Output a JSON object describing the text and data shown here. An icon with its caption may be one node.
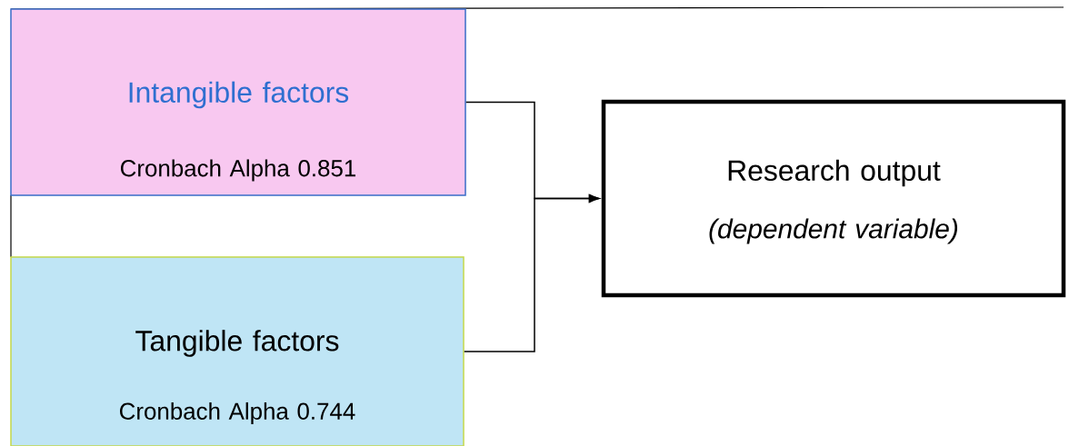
{
  "diagram": {
    "nodes": [
      {
        "text": [
          "Intangible factors",
          "Cronbach Alpha 0.851"
        ]
      },
      {
        "text": [
          "Tangible factors",
          "Cronbach Alpha 0.744"
        ]
      },
      {
        "text": [
          "Research output",
          "(dependent variable)"
        ]
      }
    ],
    "edges": [
      {
        "from": 0,
        "to": 2,
        "arrow": "to"
      },
      {
        "from": 1,
        "to": 2,
        "arrow": "to"
      }
    ]
  }
}
